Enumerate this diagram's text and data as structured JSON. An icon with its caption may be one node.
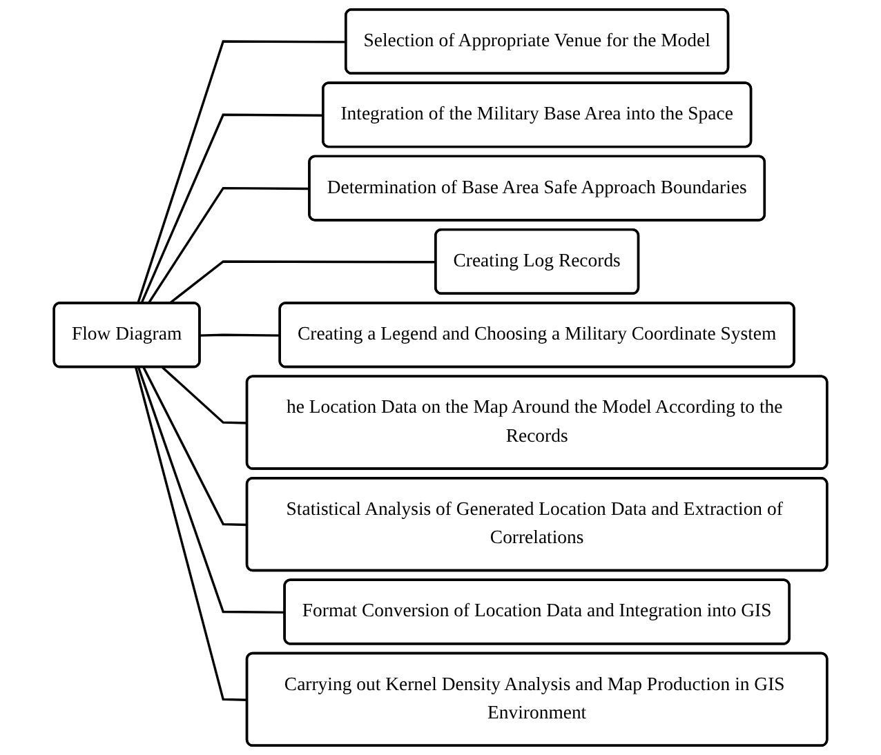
{
  "diagram": {
    "nodes": [
      {
        "text": [
          "Flow Diagram"
        ]
      },
      {
        "text": [
          "Selection of Appropriate Venue for the Model"
        ]
      },
      {
        "text": [
          "Integration of the Military Base Area into the Space"
        ]
      },
      {
        "text": [
          "Determination of Base Area Safe Approach Boundaries"
        ]
      },
      {
        "text": [
          "Creating Log Records"
        ]
      },
      {
        "text": [
          "Creating a Legend and Choosing a Military Coordinate System"
        ]
      },
      {
        "text": [
          "he Location Data on the Map Around the Model According to the Records"
        ]
      },
      {
        "text": [
          "Statistical Analysis of Generated Location Data and Extraction of Correlations"
        ]
      },
      {
        "text": [
          "Format Conversion of Location Data and Integration into GIS"
        ]
      },
      {
        "text": [
          "Carrying out Kernel Density Analysis and Map Production in GIS Environment"
        ]
      }
    ],
    "edges": [
      {
        "from": 0,
        "to": 1,
        "arrow": "none"
      },
      {
        "from": 0,
        "to": 2,
        "arrow": "none"
      },
      {
        "from": 0,
        "to": 3,
        "arrow": "none"
      },
      {
        "from": 0,
        "to": 4,
        "arrow": "none"
      },
      {
        "from": 0,
        "to": 5,
        "arrow": "none"
      },
      {
        "from": 0,
        "to": 6,
        "arrow": "none"
      },
      {
        "from": 0,
        "to": 7,
        "arrow": "none"
      },
      {
        "from": 0,
        "to": 8,
        "arrow": "none"
      },
      {
        "from": 0,
        "to": 9,
        "arrow": "none"
      }
    ]
  }
}
